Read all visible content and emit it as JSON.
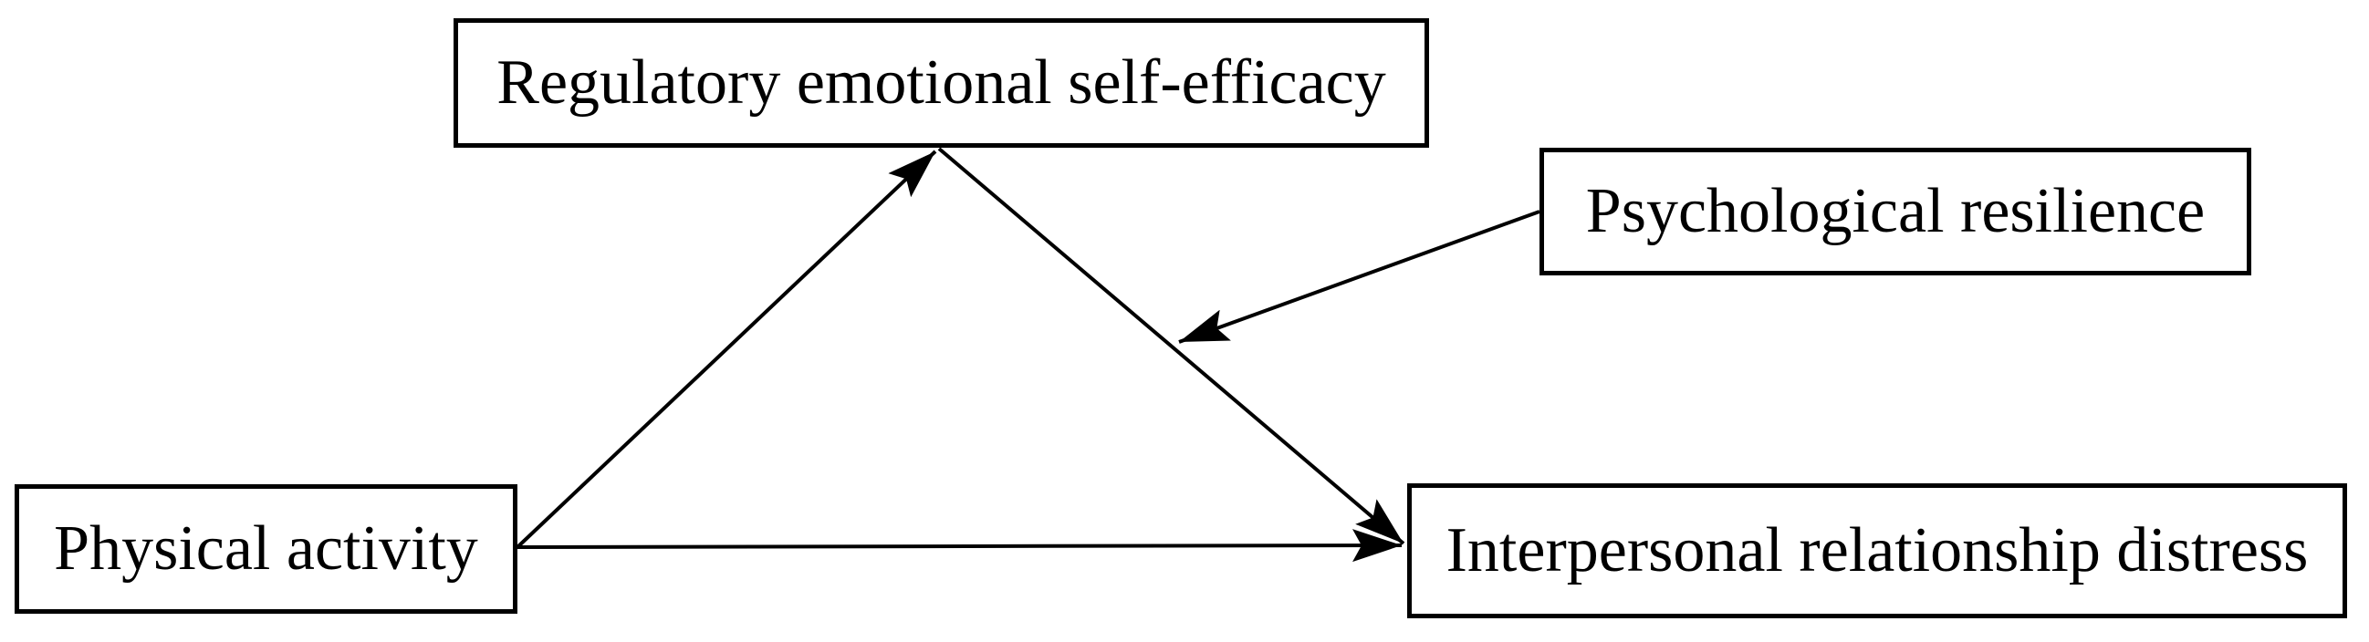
{
  "diagram": {
    "type": "path-model",
    "background": "#ffffff",
    "line_color": "#000000",
    "box_border_color": "#000000",
    "text_color": "#000000",
    "nodes": {
      "regulatory_emotional_self_efficacy": {
        "label": "Regulatory emotional self-efficacy"
      },
      "psychological_resilience": {
        "label": "Psychological resilience"
      },
      "physical_activity": {
        "label": "Physical activity"
      },
      "interpersonal_relationship_distress": {
        "label": "Interpersonal relationship distress"
      }
    },
    "edges": [
      {
        "from": "physical_activity",
        "to": "regulatory_emotional_self_efficacy",
        "style": "arrow"
      },
      {
        "from": "regulatory_emotional_self_efficacy",
        "to": "interpersonal_relationship_distress",
        "style": "arrow"
      },
      {
        "from": "physical_activity",
        "to": "interpersonal_relationship_distress",
        "style": "arrow"
      },
      {
        "from": "psychological_resilience",
        "to": "path_regulatory_emotional_self_efficacy_to_interpersonal_relationship_distress",
        "style": "arrow"
      }
    ]
  }
}
